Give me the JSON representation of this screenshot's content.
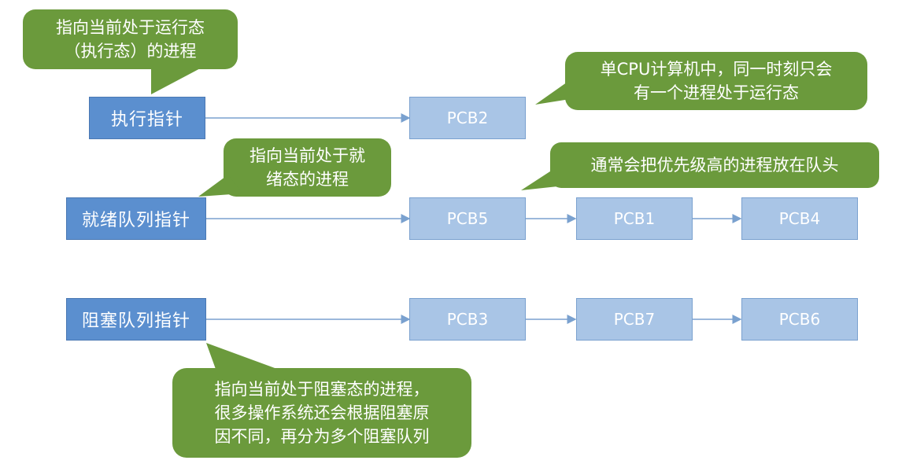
{
  "pointers": {
    "running": "执行指针",
    "ready": "就绪队列指针",
    "blocked": "阻塞队列指针"
  },
  "pcbs": {
    "running": [
      "PCB2"
    ],
    "ready": [
      "PCB5",
      "PCB1",
      "PCB4"
    ],
    "blocked": [
      "PCB3",
      "PCB7",
      "PCB6"
    ]
  },
  "callouts": {
    "running_pointer": [
      "指向当前处于运行态",
      "（执行态）的进程"
    ],
    "single_cpu": [
      "单CPU计算机中，同一时刻只会",
      "有一个进程处于运行态"
    ],
    "ready_pointer": [
      "指向当前处于就",
      "绪态的进程"
    ],
    "priority": [
      "通常会把优先级高的进程放在队头"
    ],
    "blocked_pointer": [
      "指向当前处于阻塞态的进程，",
      "很多操作系统还会根据阻塞原",
      "因不同，再分为多个阻塞队列"
    ]
  },
  "colors": {
    "pointer_box": "#5b8fcf",
    "pcb_box": "#a9c5e6",
    "callout": "#6b9a3c",
    "arrow": "#7aa1cf"
  }
}
